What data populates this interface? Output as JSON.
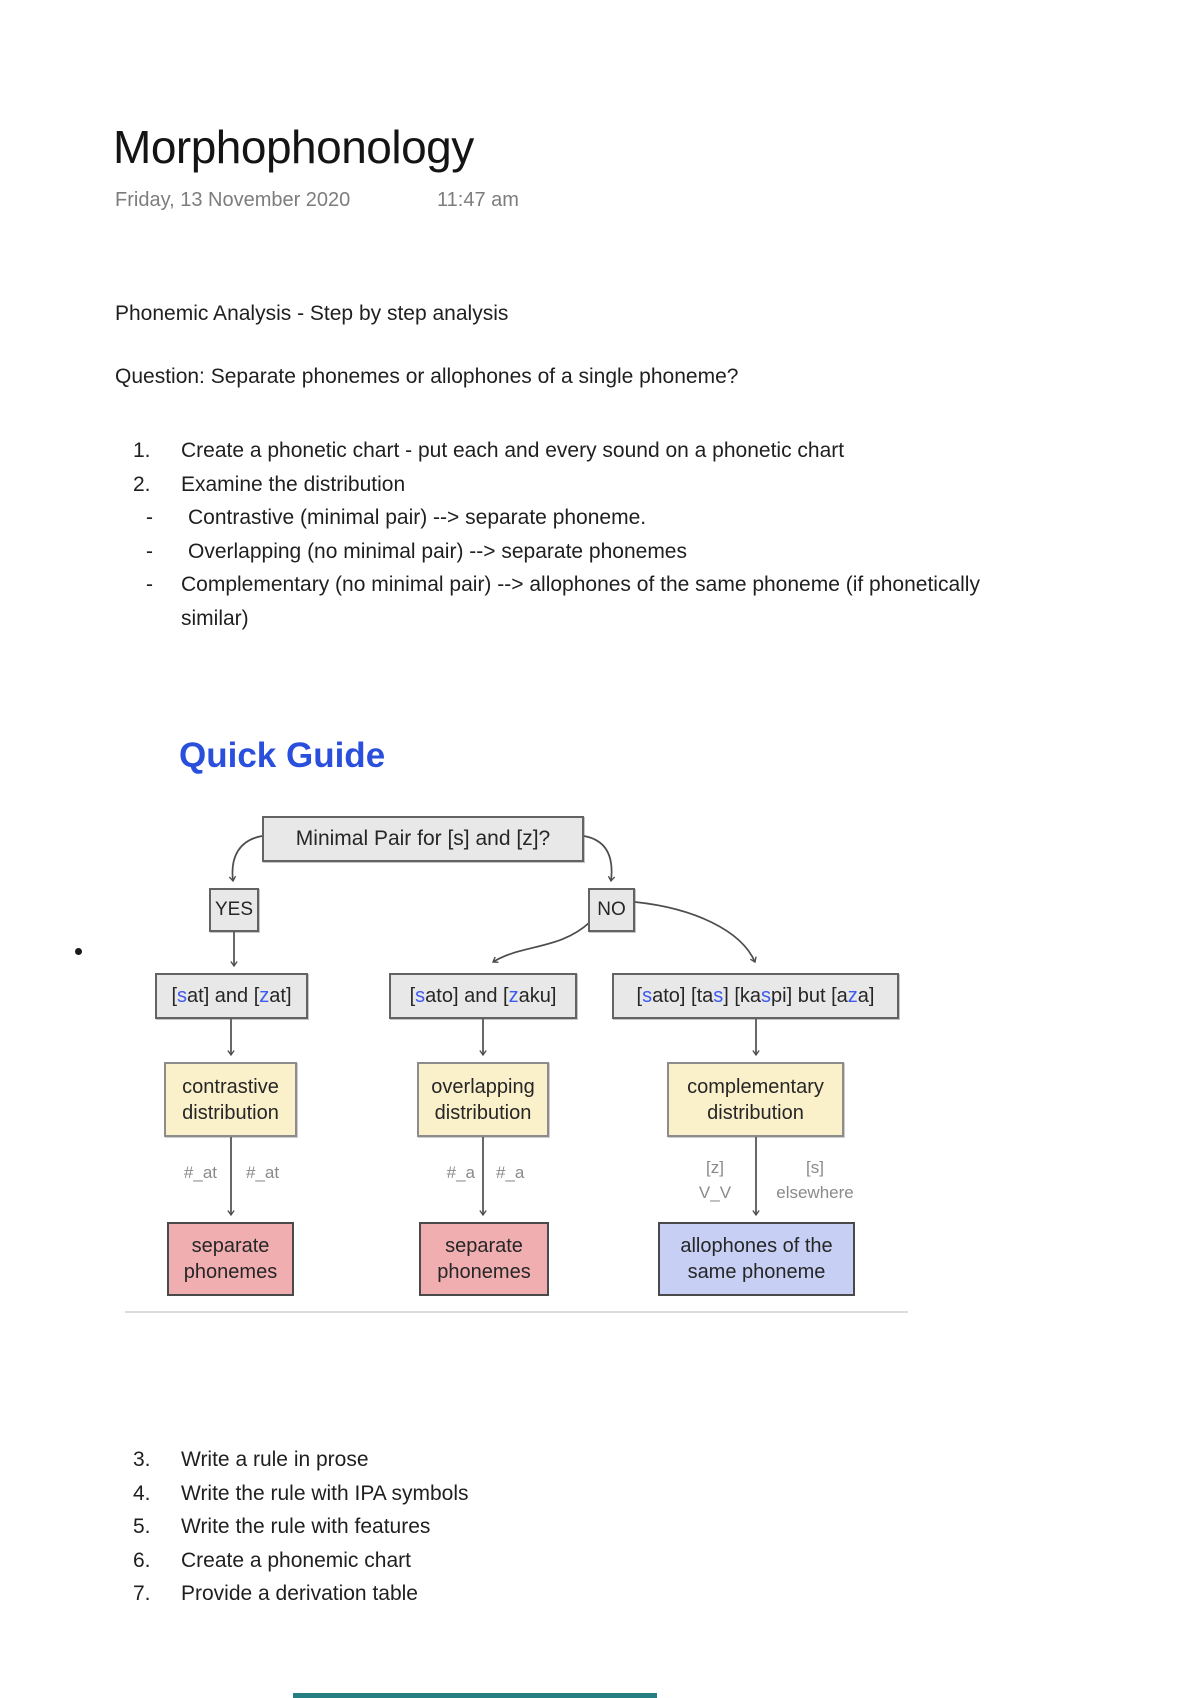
{
  "page": {
    "title": "Morphophonology",
    "date": "Friday, 13 November 2020",
    "time": "11:47 am"
  },
  "content": {
    "heading": "Phonemic Analysis - Step by step analysis",
    "question": "Question: Separate phonemes or allophones of a single phoneme?",
    "steps_top": [
      {
        "marker": "1.",
        "text": "Create a phonetic chart - put each and every sound on a phonetic chart"
      },
      {
        "marker": "2.",
        "text": "Examine the distribution"
      }
    ],
    "sub_points": [
      {
        "marker": "-",
        "text": "Contrastive (minimal pair) --> separate phoneme."
      },
      {
        "marker": "-",
        "text": "Overlapping (no minimal pair) --> separate phonemes"
      },
      {
        "marker": "-",
        "text": "Complementary (no minimal pair) --> allophones of the same phoneme (if phonetically"
      }
    ],
    "sub_point_continued": "similar)",
    "steps_bottom": [
      {
        "marker": "3.",
        "text": "Write a rule in prose"
      },
      {
        "marker": "4.",
        "text": "Write the rule with IPA symbols"
      },
      {
        "marker": "5.",
        "text": "Write the rule with features"
      },
      {
        "marker": "6.",
        "text": "Create a phonemic chart"
      },
      {
        "marker": "7.",
        "text": "Provide a derivation table"
      }
    ]
  },
  "diagram": {
    "title": "Quick Guide",
    "root_label": "Minimal Pair for [s] and [z]?",
    "yes_label": "YES",
    "no_label": "NO",
    "example_boxes": [
      {
        "parts": [
          {
            "t": "["
          },
          {
            "t": "s",
            "b": true
          },
          {
            "t": "at] and ["
          },
          {
            "t": "z",
            "b": true
          },
          {
            "t": "at]"
          }
        ]
      },
      {
        "parts": [
          {
            "t": "["
          },
          {
            "t": "s",
            "b": true
          },
          {
            "t": "ato] and ["
          },
          {
            "t": "z",
            "b": true
          },
          {
            "t": "aku]"
          }
        ]
      },
      {
        "parts": [
          {
            "t": "["
          },
          {
            "t": "s",
            "b": true
          },
          {
            "t": "ato] [ta"
          },
          {
            "t": "s",
            "b": true
          },
          {
            "t": "] [ka"
          },
          {
            "t": "s",
            "b": true
          },
          {
            "t": "pi] but [a"
          },
          {
            "t": "z",
            "b": true
          },
          {
            "t": "a]"
          }
        ]
      }
    ],
    "distribution_boxes": [
      {
        "line1": "contrastive",
        "line2": "distribution"
      },
      {
        "line1": "overlapping",
        "line2": "distribution"
      },
      {
        "line1": "complementary",
        "line2": "distribution"
      }
    ],
    "environments": {
      "col1_left": "#_at",
      "col1_right": "#_at",
      "col2_left": "#_a",
      "col2_right": "#_a",
      "col3_left_line1": "[z]",
      "col3_left_line2": "V_V",
      "col3_right_line1": "[s]",
      "col3_right_line2": "elsewhere"
    },
    "result_boxes": [
      {
        "line1": "separate",
        "line2": "phonemes"
      },
      {
        "line1": "separate",
        "line2": "phonemes"
      },
      {
        "line1": "allophones of the",
        "line2": "same phoneme"
      }
    ],
    "colors": {
      "quick_guide_blue": "#2a4fdd",
      "highlight_blue": "#3d5af1",
      "node_gray": "#e8e8e8",
      "distribution_yellow": "#faf0ca",
      "result_pink": "#f0aeb1",
      "result_lavender": "#c7d0f4",
      "arrow_gray": "#4d4d4d",
      "bottom_bar_teal": "#267f83"
    }
  }
}
